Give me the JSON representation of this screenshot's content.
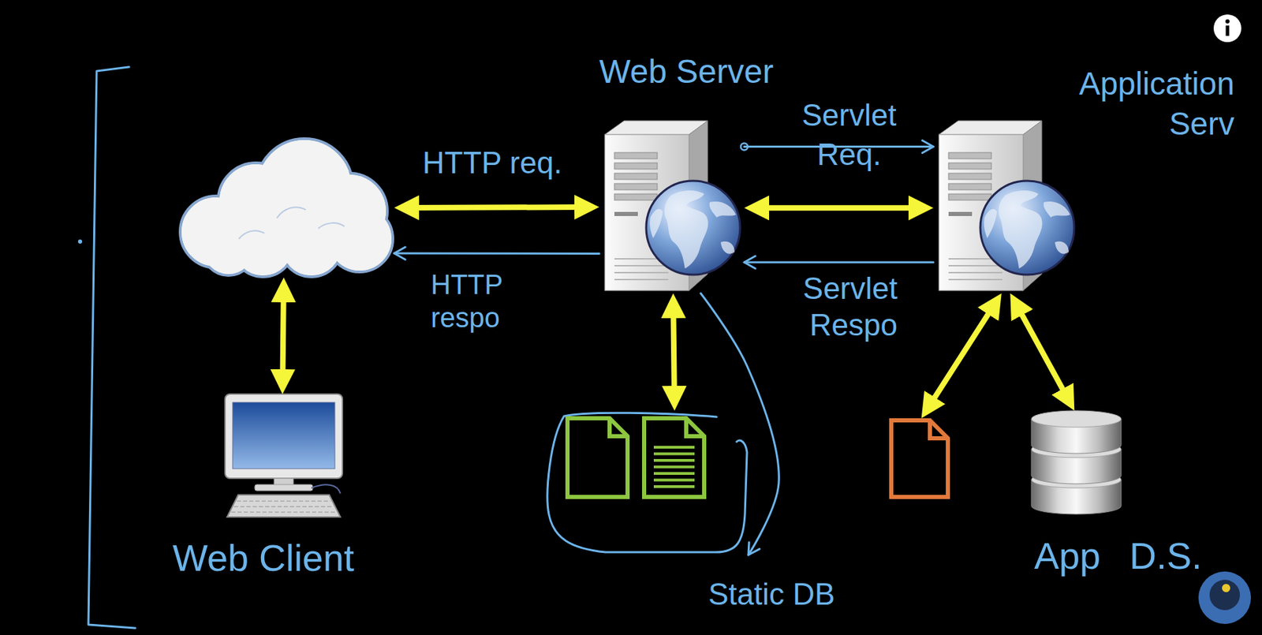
{
  "diagram": {
    "nodes": [
      {
        "text": []
      },
      {
        "text": [
          "Web Server"
        ]
      },
      {
        "text": [
          "Application Serv"
        ]
      },
      {
        "text": [
          "Web Client"
        ]
      },
      {
        "text": [
          "Static DB"
        ]
      },
      {
        "text": []
      },
      {
        "text": [
          "App D.S."
        ]
      }
    ],
    "edges": [
      {
        "from": 0,
        "to": 1,
        "arrow": "both",
        "label": "HTTP req."
      },
      {
        "from": 1,
        "to": 0,
        "arrow": "to",
        "label": "HTTP respo"
      },
      {
        "from": 1,
        "to": 2,
        "arrow": "both"
      },
      {
        "from": 1,
        "to": 2,
        "arrow": "to",
        "label": "Servlet Req."
      },
      {
        "from": 2,
        "to": 1,
        "arrow": "to",
        "label": "Servlet Respo"
      },
      {
        "from": 0,
        "to": 3,
        "arrow": "both"
      },
      {
        "from": 1,
        "to": 4,
        "arrow": "both"
      },
      {
        "from": 1,
        "to": 4,
        "arrow": "to"
      },
      {
        "from": 2,
        "to": 5,
        "arrow": "both"
      },
      {
        "from": 2,
        "to": 6,
        "arrow": "both"
      }
    ]
  }
}
